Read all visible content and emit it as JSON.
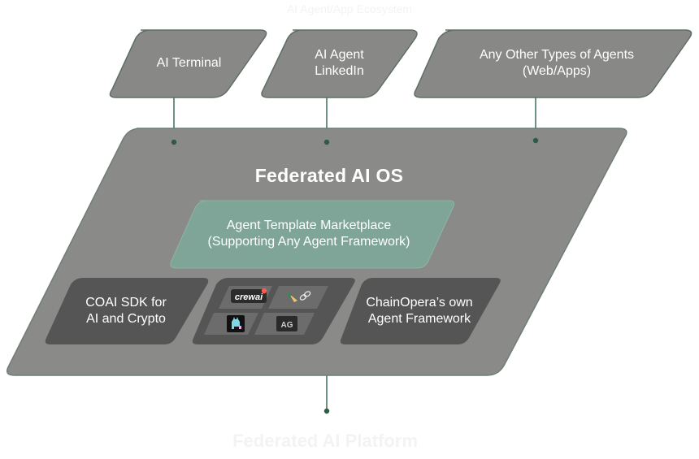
{
  "ecosystem_title": "AI Agent/App Ecosystem",
  "top_nodes": [
    {
      "line1": "AI Terminal",
      "line2": ""
    },
    {
      "line1": "AI Agent",
      "line2": "LinkedIn"
    },
    {
      "line1": "Any Other Types of Agents",
      "line2": "(Web/Apps)"
    }
  ],
  "os": {
    "title": "Federated AI OS",
    "marketplace": {
      "line1": "Agent Template Marketplace",
      "line2": "(Supporting Any Agent Framework)"
    },
    "sdk": {
      "line1": "COAI SDK for",
      "line2": "AI and Crypto"
    },
    "own_framework": {
      "line1": "ChainOpera’s own",
      "line2": "Agent Framework"
    },
    "frameworks": {
      "crewai_label": "crewai",
      "ag_label": "AG"
    }
  },
  "platform_title": "Federated AI Platform",
  "colors": {
    "panel": "#8a8a88",
    "panel_border": "#6f7d77",
    "top_node": "#888886",
    "top_node_border": "#5e6e66",
    "marketplace": "#7ea597",
    "dark_box": "#555555",
    "tile": "#6c6c6c",
    "connector": "#3d6e58",
    "dot": "#2e5a46"
  },
  "icons": [
    "crewai-logo-icon",
    "langchain-logo-icon",
    "llama-logo-icon",
    "autogen-logo-icon"
  ]
}
